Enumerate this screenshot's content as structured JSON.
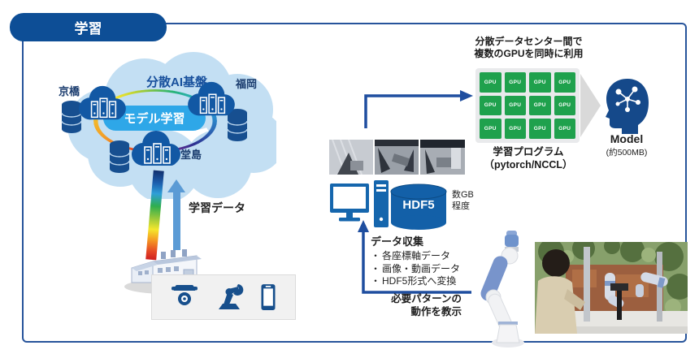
{
  "frame": {
    "badge": "学習"
  },
  "colors": {
    "badge_blue": "#0D4E96",
    "frame_border": "#27549B",
    "cloud_fill": "#C3DFF3",
    "node_cloud_fill": "#1258A4",
    "center_pill_fill": "#2EA7E8",
    "gpu_green": "#1FA14D",
    "panel_gray": "#E9EAEC",
    "icon_blue": "#1566AD",
    "flow_arrow_blue": "#1F4E9F",
    "upload_arrow_blue": "#5B9BD5"
  },
  "cloud": {
    "title": "分散AI基盤",
    "center_label": "モデル学習",
    "node_left": "京橋",
    "node_right": "福岡",
    "node_bottom": "堂島"
  },
  "upload": {
    "label": "学習データ"
  },
  "gpu": {
    "caption_top_line1": "分散データセンター間で",
    "caption_top_line2": "複数のGPUを同時に利用",
    "cell": "GPU",
    "caption_bottom_line1": "学習プログラム",
    "caption_bottom_line2": "（pytorch/NCCL）"
  },
  "model": {
    "name": "Model",
    "size": "(約500MB)"
  },
  "storage": {
    "db_label": "HDF5",
    "size_line1": "数GB",
    "size_line2": "程度"
  },
  "collection": {
    "title": "データ収集",
    "bullet": "・",
    "items": [
      "各座標軸データ",
      "画像・動画データ",
      "HDF5形式へ変換"
    ]
  },
  "teaching": {
    "line1": "必要パターンの",
    "line2": "動作を教示"
  }
}
